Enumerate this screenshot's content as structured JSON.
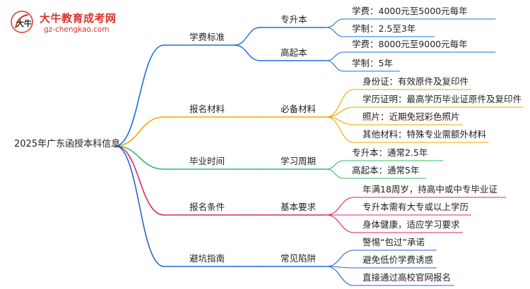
{
  "logo": {
    "title": "大牛教育成考网",
    "url": "gz-chengkao.com",
    "mark_text": "大牛"
  },
  "mindmap": {
    "root": "2025年广东函授本科信息",
    "branches": [
      {
        "label": "学费标准",
        "color": "#1f6fd8",
        "children": [
          {
            "label": "专升本",
            "leaves": [
              "学费：4000元至5000元每年",
              "学制：2.5至3年"
            ]
          },
          {
            "label": "高起本",
            "leaves": [
              "学费：8000元至9000元每年",
              "学制：5年"
            ]
          }
        ]
      },
      {
        "label": "报名材料",
        "color": "#f0a500",
        "children": [
          {
            "label": "必备材料",
            "leaves": [
              "身份证：有效原件及复印件",
              "学历证明：最高学历毕业证原件及复印件",
              "照片：近期免冠彩色照片",
              "其他材料：特殊专业需额外材料"
            ]
          }
        ]
      },
      {
        "label": "毕业时间",
        "color": "#2fbf5f",
        "children": [
          {
            "label": "学习周期",
            "leaves": [
              "专升本：通常2.5年",
              "高起本：通常5年"
            ]
          }
        ]
      },
      {
        "label": "报名条件",
        "color": "#e0245e",
        "children": [
          {
            "label": "基本要求",
            "leaves": [
              "年满18周岁，持高中或中专毕业证",
              "专升本需有大专或以上学历",
              "身体健康，适应学习要求"
            ]
          }
        ]
      },
      {
        "label": "避坑指南",
        "color": "#2a62cc",
        "children": [
          {
            "label": "常见陷阱",
            "leaves": [
              "警惕“包过”承诺",
              "避免低价学费诱惑",
              "直接通过高校官网报名"
            ]
          }
        ]
      }
    ]
  }
}
